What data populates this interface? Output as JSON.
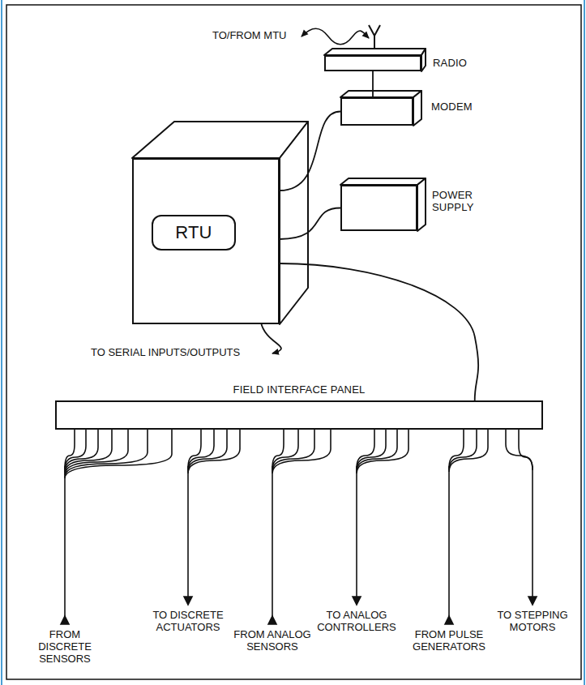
{
  "diagram": {
    "nodes": [
      {
        "text": [
          "RTU"
        ]
      },
      {
        "text": [
          "RADIO"
        ]
      },
      {
        "text": [
          "MODEM"
        ]
      },
      {
        "text": [
          "POWER SUPPLY"
        ]
      },
      {
        "text": [
          "FIELD INTERFACE PANEL"
        ]
      }
    ],
    "edges": [
      {
        "from": 1,
        "to": 2,
        "arrow": "none"
      },
      {
        "from": 2,
        "to": 0,
        "arrow": "none"
      },
      {
        "from": 3,
        "to": 0,
        "arrow": "none"
      },
      {
        "from": 0,
        "to": 4,
        "arrow": "none"
      }
    ],
    "labels": [
      "TO/FROM MTU",
      "TO SERIAL INPUTS/OUTPUTS",
      "FROM DISCRETE SENSORS",
      "TO DISCRETE ACTUATORS",
      "FROM ANALOG SENSORS",
      "TO ANALOG CONTROLLERS",
      "FROM PULSE GENERATORS",
      "TO STEPPING MOTORS"
    ]
  }
}
